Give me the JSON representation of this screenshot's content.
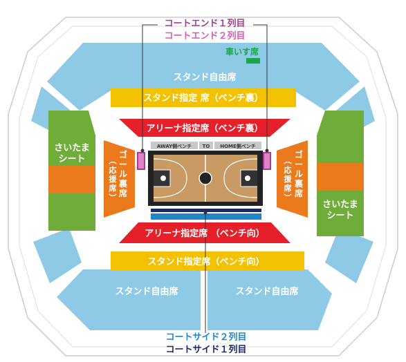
{
  "top_labels": {
    "court_end_row1": "コートエンド１列目",
    "court_end_row2": "コートエンド２列目"
  },
  "bottom_labels": {
    "court_side_row2": "コートサイド２列目",
    "court_side_row1": "コートサイド１列目"
  },
  "sections": {
    "wheelchair": "車いす席",
    "stand_free_top": "スタンド自由席",
    "stand_reserved_bench_back": "スタンド指定 席（ベンチ裏）",
    "arena_reserved_bench_back": "アリーナ指定席（ベンチ裏）",
    "arena_reserved_bench_front": "アリーナ指定席 （ベンチ向）",
    "stand_reserved_bench_front": "スタンド指定席（ベンチ向）",
    "stand_free_bottom_left": "スタンド自由席",
    "stand_free_bottom_right": "スタンド自由席",
    "saitama_seat_left_line1": "さいたま",
    "saitama_seat_left_line2": "シート",
    "saitama_seat_right_line1": "さいたま",
    "saitama_seat_right_line2": "シート",
    "goal_back_left": [
      "ゴ",
      "ー",
      "ル",
      "裏",
      "席"
    ],
    "goal_back_left_sub": [
      "応",
      "援",
      "席"
    ],
    "goal_back_right": [
      "ゴ",
      "ー",
      "ル",
      "裏",
      "席"
    ],
    "goal_back_right_sub": [
      "応",
      "援",
      "席"
    ]
  },
  "benches": {
    "away": "AWAY側ベンチ",
    "to": "TO",
    "home": "HOME側ベンチ"
  },
  "colors": {
    "stand_free": "#8ecae6",
    "stand_reserved": "#f2c200",
    "arena_reserved": "#e5202a",
    "goal_back": "#ea7a1c",
    "saitama_seat": "#6fac3a",
    "wheelchair": "#1aa54a",
    "court_end": "#a43d92",
    "court_side_row2": "#1f86c8",
    "court_side_row1": "#1b2a64",
    "court_wood": "#c89a64"
  }
}
